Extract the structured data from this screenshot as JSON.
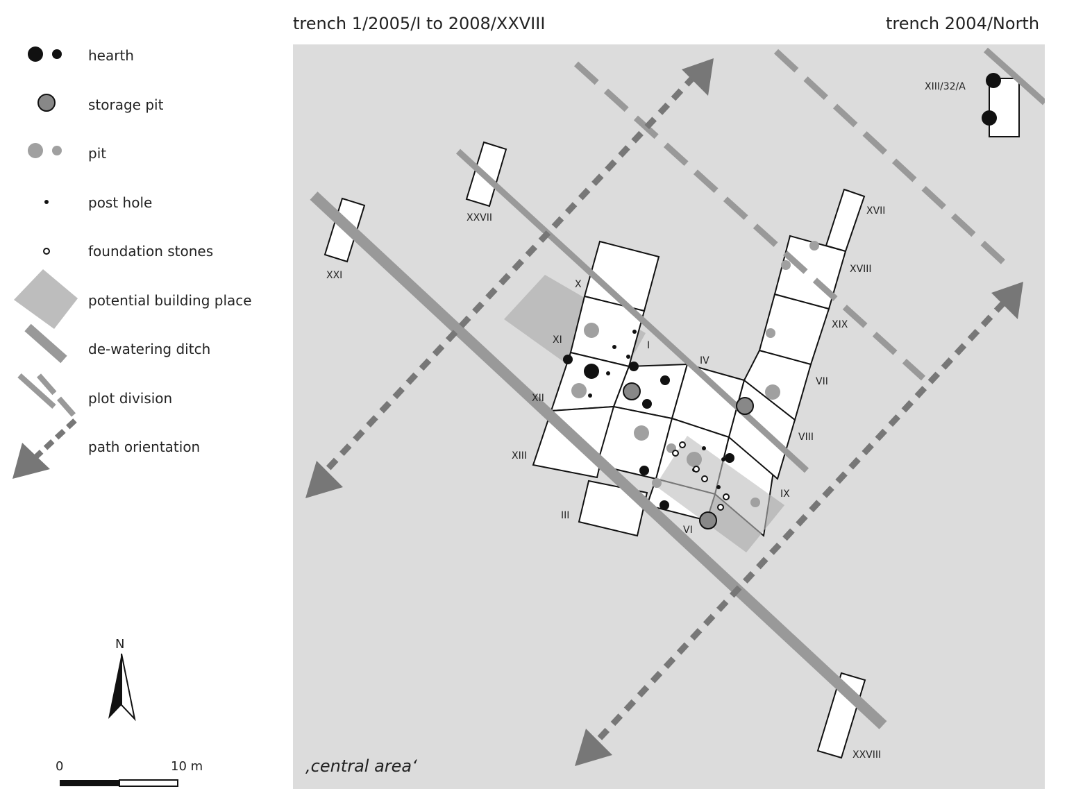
{
  "titles": {
    "left": "trench 1/2005/I to 2008/XXVIII",
    "right": "trench 2004/North"
  },
  "legend": [
    {
      "key": "hearth",
      "label": "hearth"
    },
    {
      "key": "storage_pit",
      "label": "storage pit"
    },
    {
      "key": "pit",
      "label": "pit"
    },
    {
      "key": "post_hole",
      "label": "post hole"
    },
    {
      "key": "foundation_stones",
      "label": "foundation stones"
    },
    {
      "key": "building_place",
      "label": "potential building place"
    },
    {
      "key": "ditch",
      "label": "de-watering ditch"
    },
    {
      "key": "plot_division",
      "label": "plot division"
    },
    {
      "key": "path_orientation",
      "label": "path orientation"
    }
  ],
  "trench_labels": [
    "X",
    "XI",
    "I",
    "IV",
    "XII",
    "XIII",
    "III",
    "VI",
    "IX",
    "VIII",
    "VII",
    "XIX",
    "XVIII",
    "XVII",
    "XXVII",
    "XXI",
    "XXVIII",
    "XIII/32/A"
  ],
  "area_label": "‚central area‘",
  "north_label": "N",
  "scale": {
    "start": "0",
    "end": "10 m"
  },
  "colors": {
    "map_background": "#dcdcdc",
    "hearth": "#111111",
    "storage_pit": "#888888",
    "pit": "#a0a0a0",
    "building_place": "#bdbdbd",
    "ditch": "#999999",
    "plot_division": "#999999",
    "path": "#777777"
  }
}
